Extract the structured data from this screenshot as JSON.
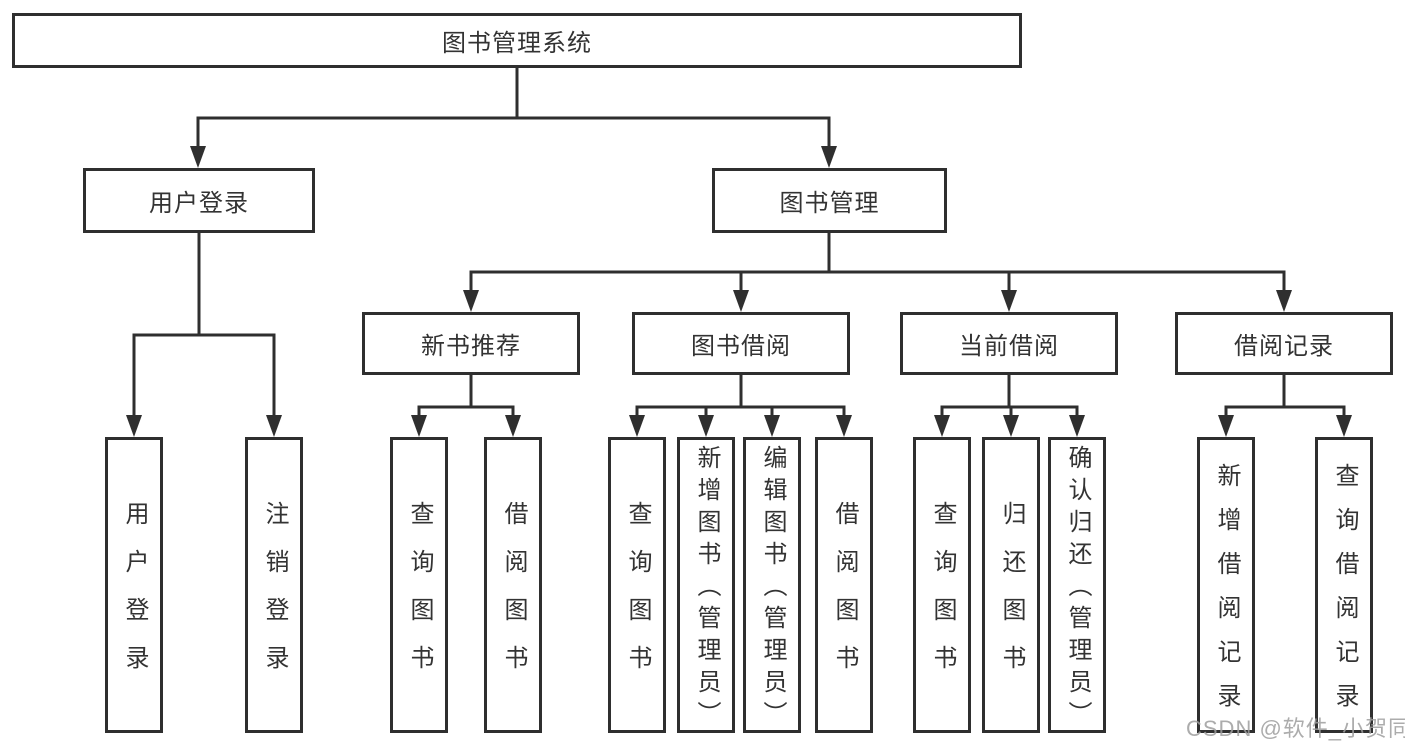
{
  "tree": {
    "root": {
      "label": "图书管理系统"
    },
    "l2": [
      {
        "label": "用户登录",
        "children": [
          {
            "label": "用户登录"
          },
          {
            "label": "注销登录"
          }
        ]
      },
      {
        "label": "图书管理",
        "children": [
          {
            "label": "新书推荐",
            "children": [
              {
                "label": "查询图书"
              },
              {
                "label": "借阅图书"
              }
            ]
          },
          {
            "label": "图书借阅",
            "children": [
              {
                "label": "查询图书"
              },
              {
                "label": "新增图书（管理员）"
              },
              {
                "label": "编辑图书（管理员）"
              },
              {
                "label": "借阅图书"
              }
            ]
          },
          {
            "label": "当前借阅",
            "children": [
              {
                "label": "查询图书"
              },
              {
                "label": "归还图书"
              },
              {
                "label": "确认归还（管理员）"
              }
            ]
          },
          {
            "label": "借阅记录",
            "children": [
              {
                "label": "新增借阅记录"
              },
              {
                "label": "查询借阅记录"
              }
            ]
          }
        ]
      }
    ]
  },
  "watermark": {
    "text": "CSDN @软件_小贺同学"
  },
  "colors": {
    "line": "#2f2f2f",
    "box_border": "#2f2f2f",
    "box_background": "#ffffff",
    "text": "#333333",
    "watermark": "#9e9e9e"
  }
}
